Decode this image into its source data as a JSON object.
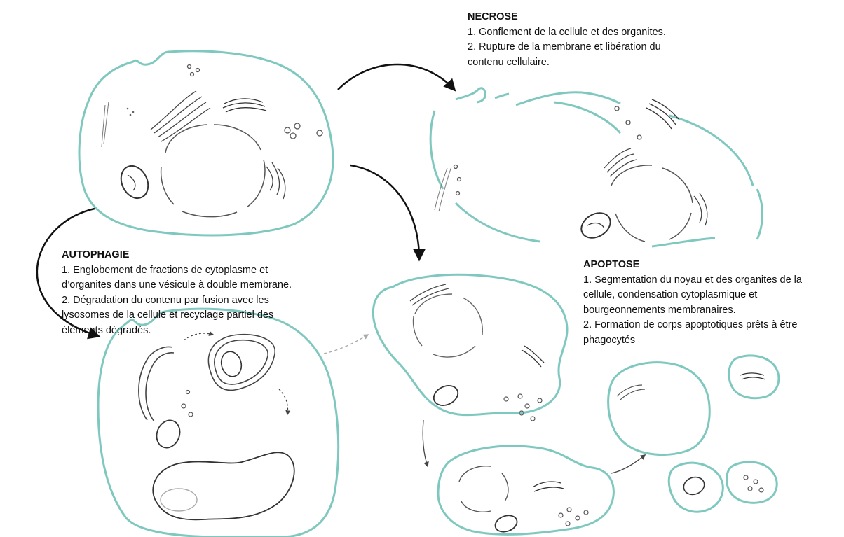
{
  "colors": {
    "membrane": "#7fc8bf",
    "organelle": "#555555",
    "arrow": "#111111",
    "dashed_arrow": "#aaaaaa",
    "text": "#111111"
  },
  "necrose": {
    "title": "NECROSE",
    "lines": [
      "1. Gonflement de la cellule et des organites.",
      "2. Rupture de la membrane et libération du",
      "contenu cellulaire."
    ]
  },
  "autophagie": {
    "title": "AUTOPHAGIE",
    "lines": [
      "1. Englobement de fractions de cytoplasme et",
      "d’organites dans une vésicule à double membrane.",
      "2. Dégradation du contenu par fusion avec les",
      "lysosomes de la cellule et recyclage partiel des",
      "éléments dégradés."
    ]
  },
  "apoptose": {
    "title": "APOPTOSE",
    "lines": [
      "1. Segmentation du noyau et des organites de la",
      "cellule, condensation cytoplasmique et",
      "bourgeonnements membranaires.",
      "2. Formation de corps apoptotiques prêts à être",
      "phagocytés"
    ]
  }
}
